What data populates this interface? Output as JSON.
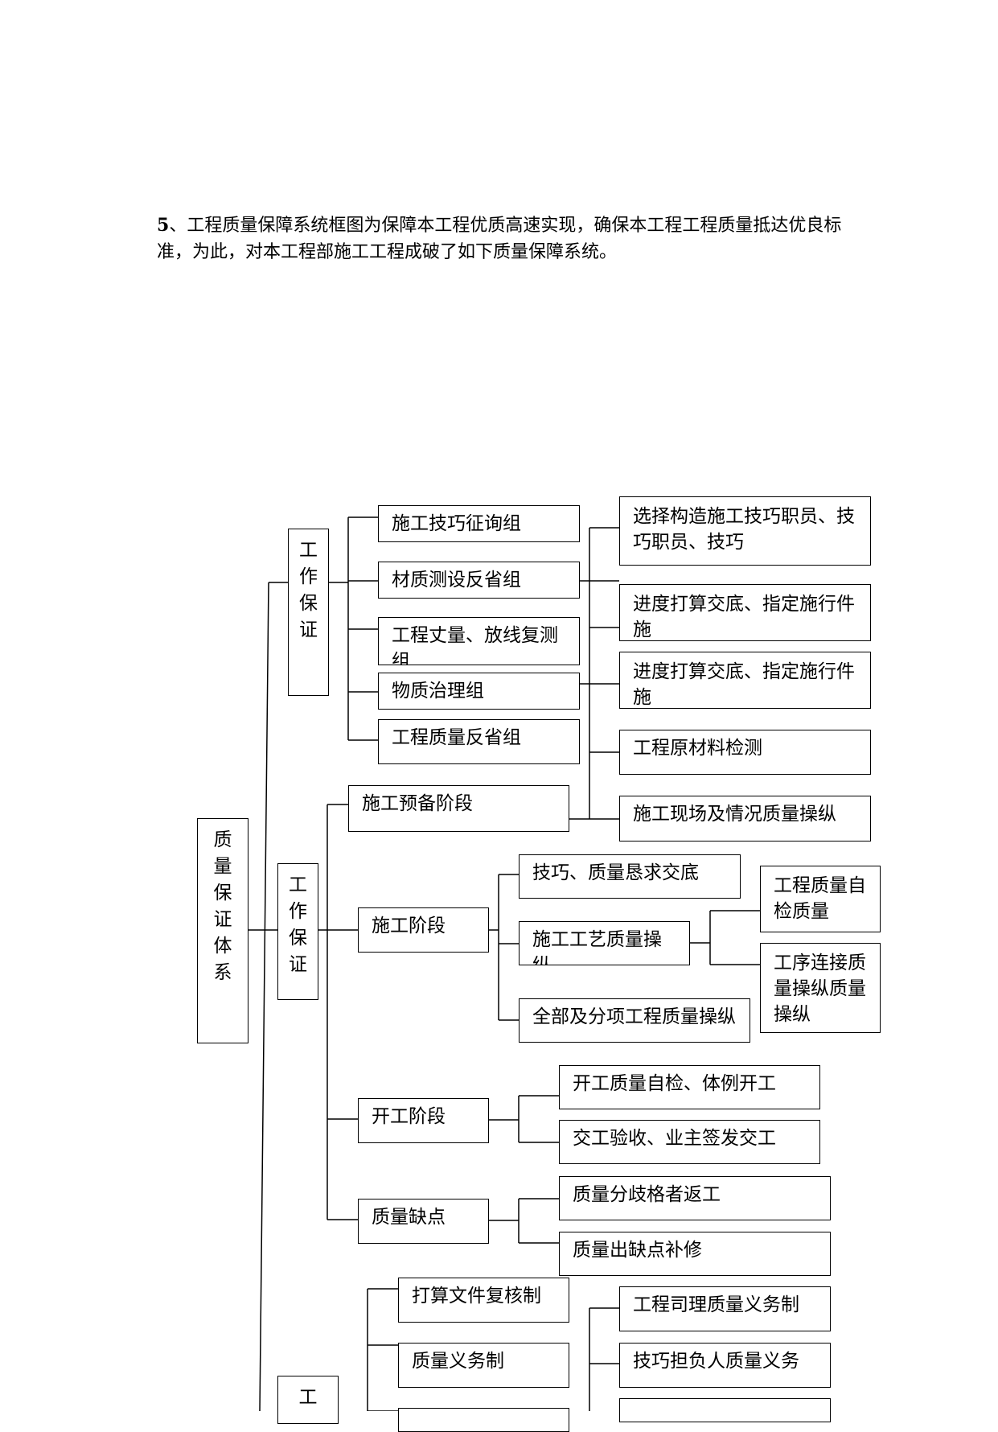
{
  "intro": {
    "num": "5",
    "text": "、工程质量保障系统框图为保障本工程优质高速实现，确保本工程工程质量抵达优良标准，为此，对本工程部施工工程成破了如下质量保障系统。"
  },
  "diagram": {
    "root": "质量保证体系",
    "work_guarantee_1": "工作保证",
    "work_guarantee_2": "工作保证",
    "work_guarantee_3": "工",
    "groups": {
      "g1": "施工技巧征询组",
      "g2": "材质测设反省组",
      "g3": "工程丈量、放线复测组",
      "g4": "物质治理组",
      "g5": "工程质量反省组"
    },
    "right_top": {
      "r1": "选择构造施工技巧职员、技巧职员、技巧",
      "r2": "进度打算交底、指定施行件施",
      "r3": "进度打算交底、指定施行件施",
      "r4": "工程原材料检测",
      "r5": "施工现场及情况质量操纵"
    },
    "stages": {
      "prep": "施工预备阶段",
      "construction": "施工阶段",
      "start": "开工阶段",
      "defect": "质量缺点"
    },
    "construction_items": {
      "c1": "技巧、质量恳求交底",
      "c2": "施工工艺质量操纵",
      "c3": "全部及分项工程质量操纵"
    },
    "self_check": "工程质量自检质量",
    "handover": "工序连接质量操纵质量操纵",
    "start_items": {
      "s1": "开工质量自检、体例开工",
      "s2": "交工验收、业主签发交工"
    },
    "defect_items": {
      "d1": "质量分歧格者返工",
      "d2": "质量出缺点补修"
    },
    "system_items": {
      "y1": "打算文件复核制",
      "y2": "质量义务制"
    },
    "duty_items": {
      "u1": "工程司理质量义务制",
      "u2": "技巧担负人质量义务"
    }
  }
}
